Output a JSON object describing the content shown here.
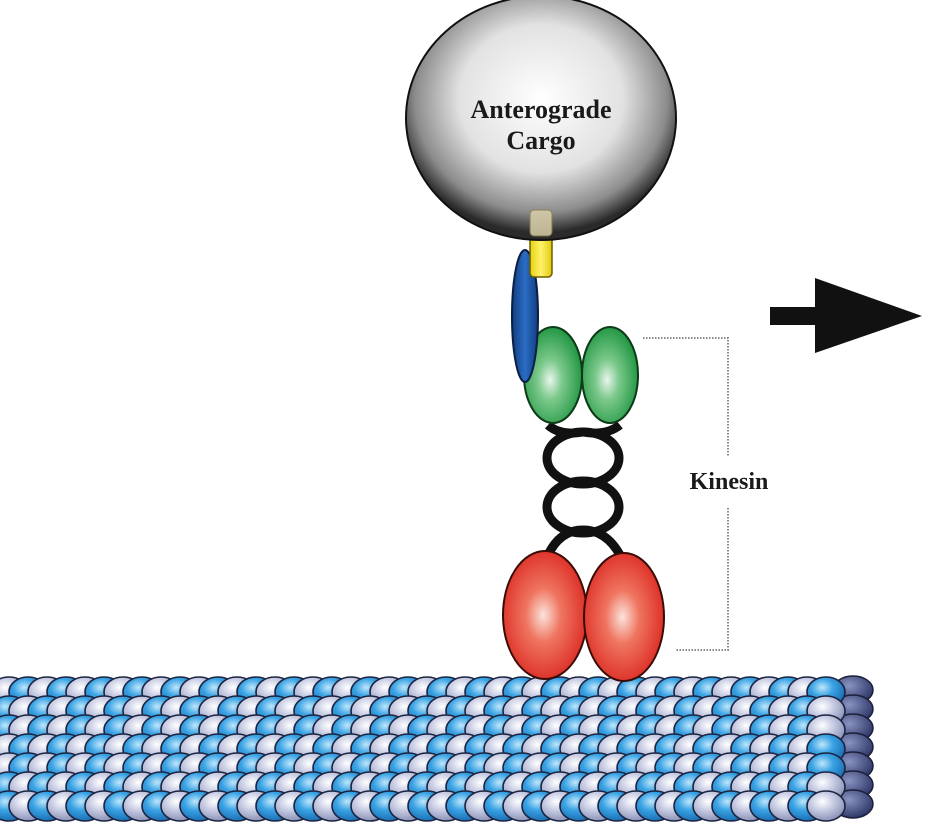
{
  "diagram": {
    "title": "Kinesin anterograde transport along a microtubule",
    "cargo": {
      "label_line1": "Anterograde",
      "label_line2": "Cargo"
    },
    "motor": {
      "label": "Kinesin"
    },
    "direction": {
      "arrow": "right-arrow-icon",
      "meaning": "anterograde direction of movement"
    },
    "colors": {
      "cargo_light": "#f4f4f4",
      "cargo_dark": "#1e1e1e",
      "linker_yellow": "#f2e21a",
      "linker_tan": "#d8caa0",
      "light_chain_blue": "#1f5fb0",
      "tail_green": "#1e9a3a",
      "coil_black": "#111111",
      "head_red": "#e0241e",
      "tubulin_blue": "#2a8fd6",
      "tubulin_grey": "#b8bcd6",
      "tubulin_end": "#4a5585",
      "arrow": "#111111",
      "bracket": "#8a8a8a"
    }
  }
}
